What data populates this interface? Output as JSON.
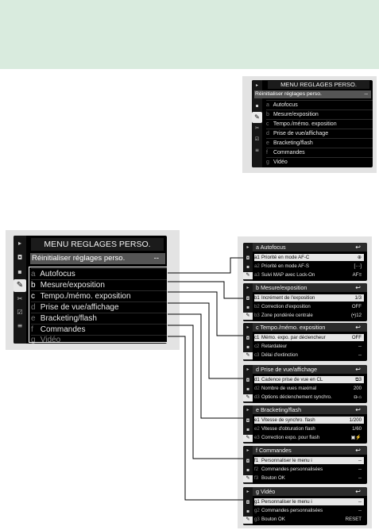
{
  "main_menu": {
    "title": "MENU REGLAGES PERSO.",
    "reset_label": "Réinitialiser réglages perso.",
    "reset_value": "--",
    "items": [
      {
        "letter": "a",
        "label": "Autofocus"
      },
      {
        "letter": "b",
        "label": "Mesure/exposition"
      },
      {
        "letter": "c",
        "label": "Tempo./mémo. exposition"
      },
      {
        "letter": "d",
        "label": "Prise de vue/affichage"
      },
      {
        "letter": "e",
        "label": "Bracketing/flash"
      },
      {
        "letter": "f",
        "label": "Commandes"
      },
      {
        "letter": "g",
        "label": "Vidéo"
      }
    ],
    "side_icons": [
      "playback-icon",
      "camera-icon",
      "movie-icon",
      "pencil-icon",
      "wrench-icon",
      "retouch-icon",
      "my-menu-icon"
    ]
  },
  "small_menu": {
    "title": "MENU REGLAGES PERSO.",
    "reset_label": "Réinitialiser réglages perso.",
    "reset_value": "--",
    "items": [
      {
        "letter": "a",
        "label": "Autofocus"
      },
      {
        "letter": "b",
        "label": "Mesure/exposition"
      },
      {
        "letter": "c",
        "label": "Tempo./mémo. exposition"
      },
      {
        "letter": "d",
        "label": "Prise de vue/affichage"
      },
      {
        "letter": "e",
        "label": "Bracketing/flash"
      },
      {
        "letter": "f",
        "label": "Commandes"
      },
      {
        "letter": "g",
        "label": "Vidéo"
      }
    ]
  },
  "panels": [
    {
      "header": "a Autofocus",
      "rows": [
        {
          "key": "a1",
          "label": "Priorité en mode AF-C",
          "value": "⊕"
        },
        {
          "key": "a2",
          "label": "Priorité en mode AF-S",
          "value": "[···]"
        },
        {
          "key": "a3",
          "label": "Suivi MAP avec Lock-On",
          "value": "AF≡"
        }
      ]
    },
    {
      "header": "b Mesure/exposition",
      "rows": [
        {
          "key": "b1",
          "label": "Incrément de l'exposition",
          "value": "1/3"
        },
        {
          "key": "b2",
          "label": "Correction d'exposition",
          "value": "OFF"
        },
        {
          "key": "b3",
          "label": "Zone pondérée centrale",
          "value": "(•)12"
        }
      ]
    },
    {
      "header": "c Tempo./mémo. exposition",
      "rows": [
        {
          "key": "c1",
          "label": "Mémo. expo. par déclencheur",
          "value": "OFF"
        },
        {
          "key": "c2",
          "label": "Retardateur",
          "value": "--"
        },
        {
          "key": "c3",
          "label": "Délai d'extinction",
          "value": "--"
        }
      ]
    },
    {
      "header": "d Prise de vue/affichage",
      "rows": [
        {
          "key": "d1",
          "label": "Cadence prise de vue en CL",
          "value": "⧉3"
        },
        {
          "key": "d2",
          "label": "Nombre de vues maximal",
          "value": "200"
        },
        {
          "key": "d3",
          "label": "Options déclenchement synchro.",
          "value": "◘-⌂"
        }
      ]
    },
    {
      "header": "e Bracketing/flash",
      "rows": [
        {
          "key": "e1",
          "label": "Vitesse de synchro. flash",
          "value": "1/200"
        },
        {
          "key": "e2",
          "label": "Vitesse d'obturation flash",
          "value": "1/60"
        },
        {
          "key": "e3",
          "label": "Correction expo. pour flash",
          "value": "▣⚡"
        }
      ]
    },
    {
      "header": "f Commandes",
      "rows": [
        {
          "key": "f1",
          "label": "Personnaliser le menu i",
          "value": "--"
        },
        {
          "key": "f2",
          "label": "Commandes personnalisées",
          "value": "--"
        },
        {
          "key": "f3",
          "label": "Bouton OK",
          "value": "--"
        }
      ]
    },
    {
      "header": "g Vidéo",
      "rows": [
        {
          "key": "g1",
          "label": "Personnaliser le menu i",
          "value": "--"
        },
        {
          "key": "g2",
          "label": "Commandes personnalisées",
          "value": "--"
        },
        {
          "key": "g3",
          "label": "Bouton OK",
          "value": "RESET"
        }
      ]
    }
  ],
  "colors": {
    "band": "#d9ebde",
    "screen": "#000000",
    "highlight": "#e6e6e6"
  }
}
